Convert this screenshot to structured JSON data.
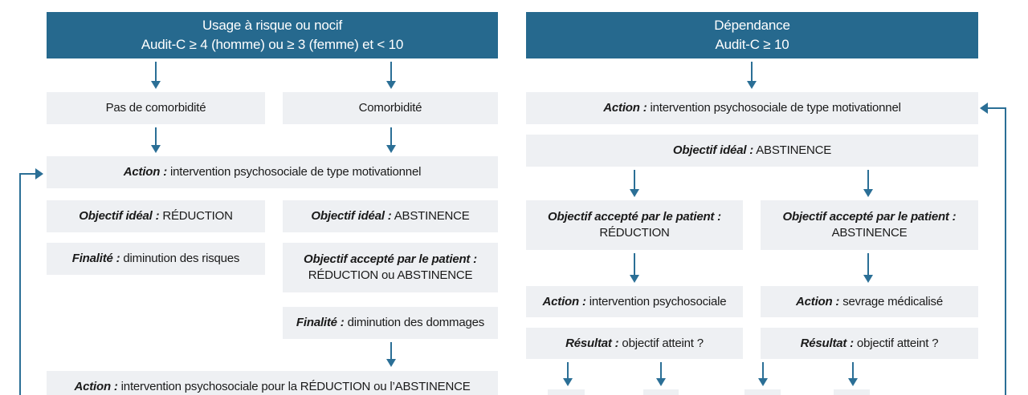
{
  "colors": {
    "header_bg": "#26698E",
    "box_bg": "#EEF0F3",
    "arrow": "#2B6F96",
    "text": "#1A1A1A",
    "header_text": "#FFFFFF"
  },
  "left": {
    "header": {
      "line1": "Usage à risque ou nocif",
      "line2": "Audit-C ≥ 4 (homme) ou ≥ 3 (femme) et < 10"
    },
    "no_comorbidity": "Pas de comorbidité",
    "comorbidity": "Comorbidité",
    "action_motivational": {
      "prefix": "Action :",
      "text": "intervention psychosociale de type motivationnel"
    },
    "ideal_reduction": {
      "prefix": "Objectif idéal :",
      "text": "RÉDUCTION"
    },
    "ideal_abstinence": {
      "prefix": "Objectif idéal :",
      "text": "ABSTINENCE"
    },
    "finality_risks": {
      "prefix": "Finalité :",
      "text": "diminution des risques"
    },
    "accepted_reduction_abstinence": {
      "prefix": "Objectif accepté par le patient :",
      "text": "RÉDUCTION ou ABSTINENCE"
    },
    "finality_damages": {
      "prefix": "Finalité :",
      "text": "diminution des dommages"
    },
    "action_reduction_abstinence": {
      "prefix": "Action :",
      "text": "intervention psychosociale pour la RÉDUCTION ou l’ABSTINENCE"
    }
  },
  "right": {
    "header": {
      "line1": "Dépendance",
      "line2": "Audit-C ≥ 10"
    },
    "action_motivational": {
      "prefix": "Action :",
      "text": "intervention psychosociale de type motivationnel"
    },
    "ideal_abstinence": {
      "prefix": "Objectif idéal :",
      "text": "ABSTINENCE"
    },
    "accepted_reduction": {
      "prefix": "Objectif accepté par le patient :",
      "text": "RÉDUCTION"
    },
    "accepted_abstinence": {
      "prefix": "Objectif accepté par le patient :",
      "text": "ABSTINENCE"
    },
    "action_psychosocial": {
      "prefix": "Action :",
      "text": "intervention psychosociale"
    },
    "action_sevrage": {
      "prefix": "Action :",
      "text": "sevrage médicalisé"
    },
    "result_left": {
      "prefix": "Résultat :",
      "text": "objectif atteint ?"
    },
    "result_right": {
      "prefix": "Résultat :",
      "text": "objectif atteint ?"
    }
  }
}
